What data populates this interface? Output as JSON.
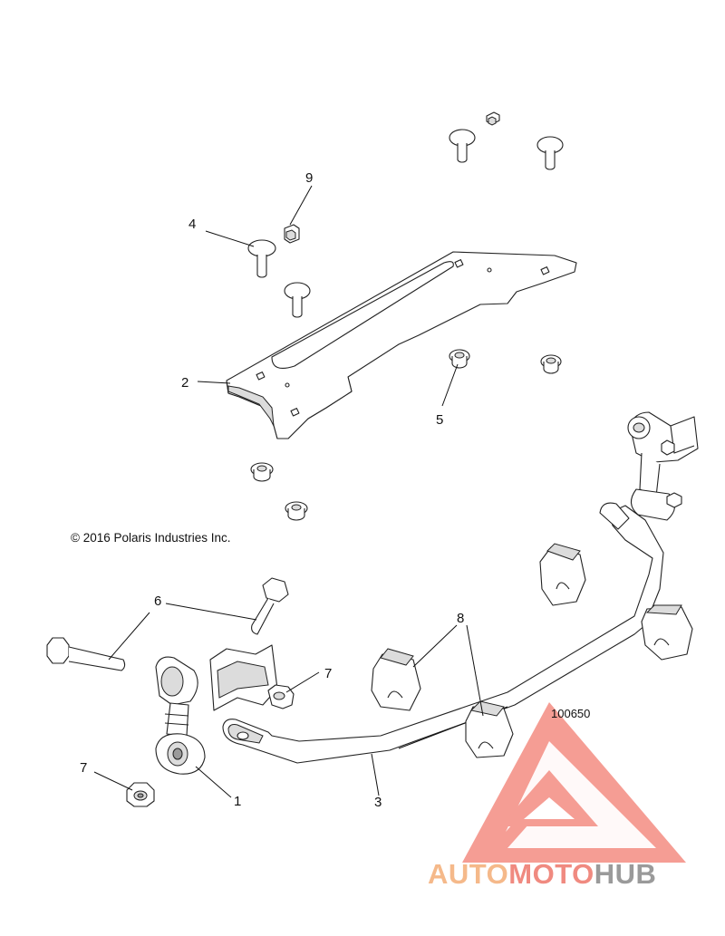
{
  "diagram": {
    "copyright": "© 2016 Polaris Industries Inc.",
    "reference_number": "100650",
    "callouts": [
      "1",
      "2",
      "3",
      "4",
      "5",
      "6",
      "7",
      "7",
      "8",
      "9"
    ]
  },
  "watermark": {
    "auto": "AUTO",
    "moto": "MOTO",
    "hub": "HUB",
    "colors": {
      "auto": "#f5b98a",
      "moto": "#f08a80",
      "hub": "#9a9a9a",
      "triangle": "#f07a70"
    }
  }
}
